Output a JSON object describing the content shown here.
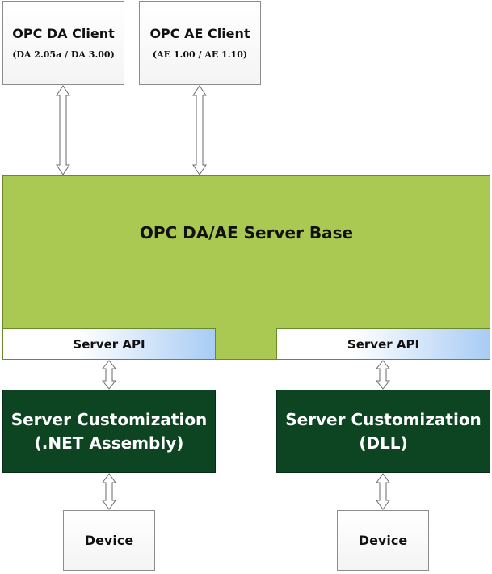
{
  "clients": [
    {
      "title": "OPC DA Client",
      "subtitle": "(DA 2.05a / DA 3.00)"
    },
    {
      "title": "OPC AE Client",
      "subtitle": "(AE 1.00 / AE 1.10)"
    }
  ],
  "server_base": {
    "title": "OPC DA/AE Server Base"
  },
  "server_api": [
    {
      "label": "Server API"
    },
    {
      "label": "Server API"
    }
  ],
  "customizations": [
    {
      "line1": "Server Customization",
      "line2": "(.NET Assembly)"
    },
    {
      "line1": "Server Customization",
      "line2": "(DLL)"
    }
  ],
  "devices": [
    {
      "label": "Device"
    },
    {
      "label": "Device"
    }
  ],
  "colors": {
    "server_base": "#a9c952",
    "customization": "#0d4522",
    "api_gradient_end": "#a8ccf4"
  }
}
